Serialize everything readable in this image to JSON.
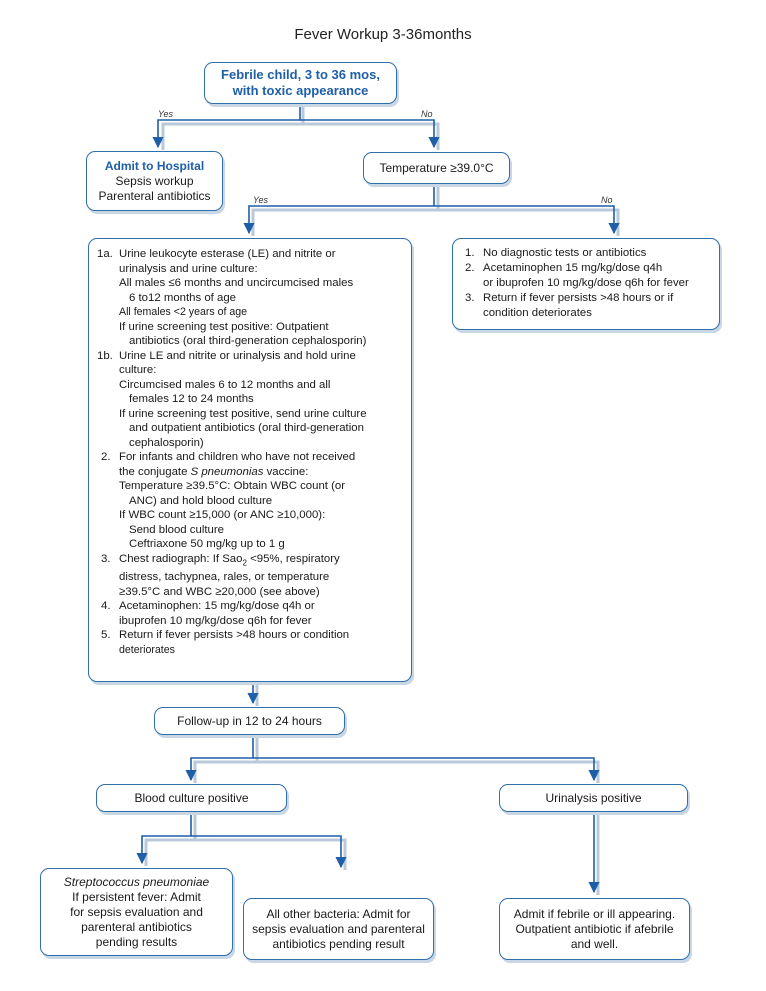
{
  "title": "Fever Workup 3-36months",
  "start": {
    "line1": "Febrile child, 3 to 36 mos,",
    "line2": "with toxic appearance"
  },
  "labels": {
    "yes": "Yes",
    "no": "No"
  },
  "admit": {
    "title": "Admit to Hospital",
    "line1": "Sepsis workup",
    "line2": "Parenteral antibiotics"
  },
  "temp": "Temperature ≥39.0°C",
  "no_box": {
    "items": [
      {
        "n": "1.",
        "lines": [
          "No diagnostic tests or antibiotics"
        ]
      },
      {
        "n": "2.",
        "lines": [
          "Acetaminophen 15 mg/kg/dose q4h",
          "or ibuprofen 10 mg/kg/dose q6h for fever"
        ]
      },
      {
        "n": "3.",
        "lines": [
          "Return if fever persists >48 hours or if",
          "condition deteriorates"
        ]
      }
    ]
  },
  "big": {
    "l1": "Urine leukocyte esterase (LE) and nitrite or",
    "l2": "urinalysis and urine culture:",
    "l3": "All males ≤6 months and uncircumcised males",
    "l4": "6 to12 months of age",
    "l5": "All females <2 years of age",
    "l6": "If urine screening test positive: Outpatient",
    "l7": "antibiotics (oral third-generation cephalosporin)",
    "l8": "Urine LE and nitrite or urinalysis and hold urine",
    "l9": "culture:",
    "l10": "Circumcised males 6 to 12 months and all",
    "l11": "females 12 to 24 months",
    "l12": "If urine screening test positive, send urine culture",
    "l13": "and outpatient antibiotics (oral third-generation",
    "l14": "cephalosporin)",
    "l15": "For infants and children who have not received",
    "l16a": "the conjugate ",
    "l16b": "S pneumonias",
    "l16c": " vaccine:",
    "l17": "Temperature ≥39.5°C: Obtain WBC count (or",
    "l18": "ANC) and hold blood culture",
    "l19": "If WBC count ≥15,000 (or ANC ≥10,000):",
    "l20": "Send blood culture",
    "l21": "Ceftriaxone 50 mg/kg up to 1 g",
    "l22a": "Chest radiograph: If Sao",
    "l22sub": "2",
    "l22b": " <95%, respiratory",
    "l23": "distress, tachypnea, rales, or temperature",
    "l24": "≥39.5°C and WBC ≥20,000 (see above)",
    "l25": "Acetaminophen: 15 mg/kg/dose q4h or",
    "l26": "ibuprofen 10 mg/kg/dose q6h for fever",
    "l27": "Return if fever persists >48 hours or condition",
    "l28": "deteriorates",
    "n1a": "1a.",
    "n1b": "1b.",
    "n2": "2.",
    "n3": "3.",
    "n4": "4.",
    "n5": "5."
  },
  "followup": "Follow-up in 12 to 24 hours",
  "blood": "Blood culture positive",
  "urinalysis": "Urinalysis positive",
  "strep": {
    "title": "Streptococcus pneumoniae",
    "l1": "If persistent fever: Admit",
    "l2": "for sepsis evaluation and",
    "l3": "parenteral antibiotics",
    "l4": "pending results"
  },
  "other": {
    "l1": "All other bacteria: Admit for",
    "l2": "sepsis evaluation and parenteral",
    "l3": "antibiotics pending result"
  },
  "admit_febrile": {
    "l1": "Admit if febrile or ill appearing.",
    "l2": "Outpatient antibiotic if afebrile",
    "l3": "and well."
  },
  "colors": {
    "line": "#1f5fa8",
    "shadow": "#c9d6e4",
    "border": "#2f6fad"
  }
}
